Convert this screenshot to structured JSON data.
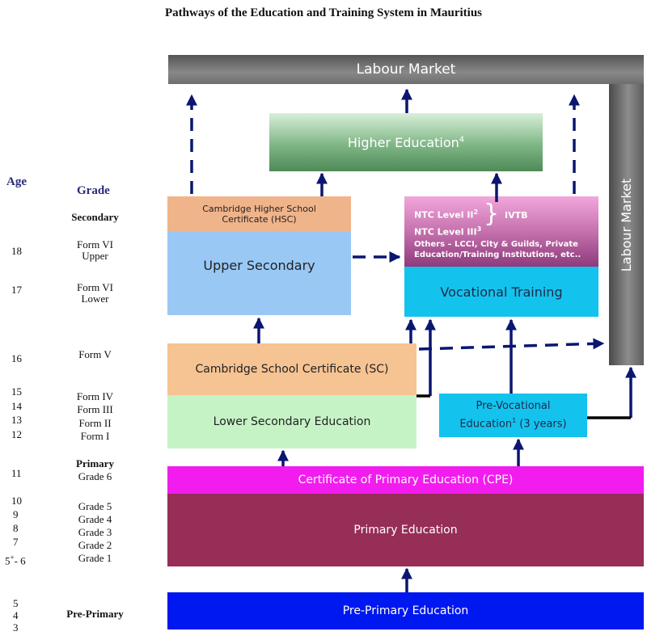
{
  "title": "Pathways of the Education and Training System in Mauritius",
  "headers": {
    "age": "Age",
    "grade": "Grade"
  },
  "levels": {
    "secondary": "Secondary",
    "primary": "Primary",
    "pre_primary": "Pre-Primary"
  },
  "rows": [
    {
      "age": "18",
      "grade_line1": "Form VI",
      "grade_line2": "Upper"
    },
    {
      "age": "17",
      "grade_line1": "Form VI",
      "grade_line2": "Lower"
    },
    {
      "age": "16",
      "grade_line1": "Form V"
    },
    {
      "age": "15",
      "grade_line1": "Form IV"
    },
    {
      "age": "14",
      "grade_line1": "Form III"
    },
    {
      "age": "13",
      "grade_line1": "Form II"
    },
    {
      "age": "12",
      "grade_line1": "Form I"
    },
    {
      "age": "11",
      "grade_line1": "Grade 6"
    },
    {
      "age": "10",
      "grade_line1": "Grade 5"
    },
    {
      "age": "9",
      "grade_line1": "Grade 4"
    },
    {
      "age": "8",
      "grade_line1": "Grade 3"
    },
    {
      "age": "7",
      "grade_line1": "Grade 2"
    },
    {
      "age_base": "5",
      "age_sup": "+",
      "age_rest": "- 6",
      "grade_line1": "Grade 1"
    },
    {
      "age": "5"
    },
    {
      "age": "4"
    },
    {
      "age": "3"
    }
  ],
  "boxes": {
    "labour_market_top": "Labour Market",
    "labour_market_side": "Labour Market",
    "higher_education": "Higher Education",
    "higher_education_sup": "4",
    "hsc_line1": "Cambridge Higher School",
    "hsc_line2": "Certificate (HSC)",
    "upper_secondary": "Upper Secondary",
    "ntc_level2": "NTC Level II",
    "ntc_level2_sup": "2",
    "ntc_level3": "NTC Level III",
    "ntc_level3_sup": "3",
    "ivtb": "IVTB",
    "others_line1": "Others – LCCI, City & Guilds, Private",
    "others_line2": "Education/Training  Institutions, etc..",
    "vocational_training": "Vocational Training",
    "school_certificate": "Cambridge School Certificate (SC)",
    "lower_secondary": "Lower Secondary Education",
    "pre_vocational_line1": "Pre-Vocational",
    "pre_vocational_line2a": "Education",
    "pre_vocational_sup": "1",
    "pre_vocational_line2b": " (3 years)",
    "cpe": "Certificate of Primary Education (CPE)",
    "primary_education": "Primary Education",
    "pre_primary_education": "Pre-Primary Education"
  },
  "colors": {
    "arrow": "#0a1670",
    "connector": "#000000",
    "cpe": "#f21cef",
    "primary": "#962e58",
    "pre_primary": "#0018f0",
    "vocational": "#14c3ed",
    "upper_secondary": "#99c8f5"
  }
}
